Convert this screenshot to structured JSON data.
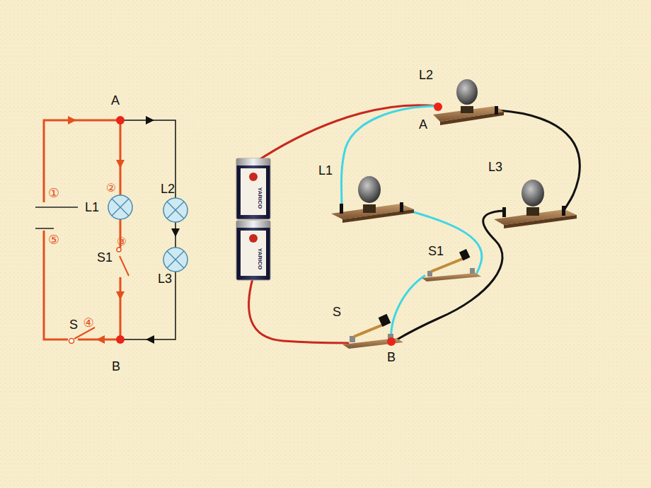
{
  "diagram": {
    "labels": [
      "A",
      "①",
      "L1",
      "②",
      "L2",
      "⑤",
      "S1",
      "③",
      "L3",
      "S",
      "④",
      "B",
      "L2",
      "A",
      "L1",
      "L3",
      "S1",
      "S",
      "B",
      "YARICO",
      "YARICO"
    ]
  }
}
